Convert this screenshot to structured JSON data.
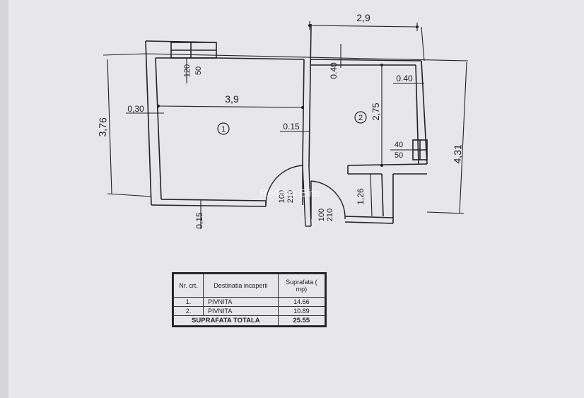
{
  "watermark": "Re/Max Elite",
  "rooms": [
    {
      "number": "1"
    },
    {
      "number": "2"
    }
  ],
  "dimensions": {
    "overall_width_room2": "2,9",
    "overall_height_room1": "3,76",
    "overall_height_room2": "4,31",
    "room1_width": "3,9",
    "room2_height": "2,75",
    "room2_lower": "1,26",
    "wall_left": "0,30",
    "wall_middle": "0.15",
    "wall_bottom": "0,15",
    "wall_top_room2": "0.40",
    "wall_right_room2": "0.40",
    "window1_w": "120",
    "window1_h": "50",
    "window2_w": "40",
    "window2_h": "50",
    "door1_w": "100",
    "door1_h": "210",
    "door2_w": "100",
    "door2_h": "210"
  },
  "table": {
    "headers": {
      "nr": "Nr. crt.",
      "destination": "Destinatia incaperii",
      "area": "Suprafata ( mp)"
    },
    "rows": [
      {
        "nr": "1.",
        "destination": "PIVNITA",
        "area": "14.66"
      },
      {
        "nr": "2.",
        "destination": "PIVNITA",
        "area": "10.89"
      }
    ],
    "total_label": "SUPRAFATA TOTALA",
    "total_value": "25.55"
  }
}
